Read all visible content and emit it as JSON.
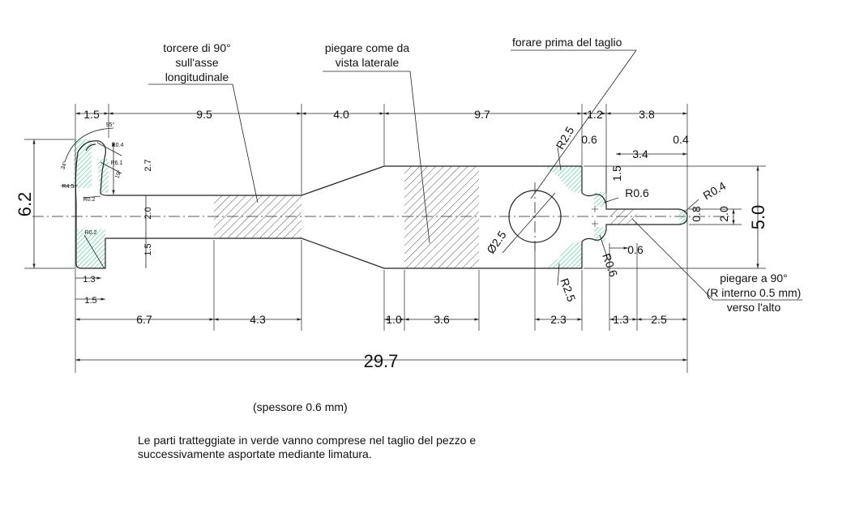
{
  "annotations": {
    "twist": [
      "torcere di 90°",
      "sull'asse",
      "longitudinale"
    ],
    "bend_side": [
      "piegare come da",
      "vista laterale"
    ],
    "drill": "forare prima del taglio",
    "bend_up": [
      "piegare a 90°",
      "(R interno 0.5 mm)",
      "verso l'alto"
    ]
  },
  "dimensions": {
    "d_1_5_top": "1.5",
    "d_9_5": "9.5",
    "d_4_0": "4.0",
    "d_9_7": "9.7",
    "d_1_2": "1.2",
    "d_3_8": "3.8",
    "d_0_6_top": "0.6",
    "d_3_4": "3.4",
    "d_0_4_top": "0.4",
    "d_6_2": "6.2",
    "d_5_0": "5.0",
    "d_2_7": "2.7",
    "d_2_0_left": "2.0",
    "d_1_5_left": "1.5",
    "d_1_5_right": "1.5",
    "d_2_0_right": "2.0",
    "d_0_8": "0.8",
    "d_0_6_mid": "0.6",
    "d_1_3_small": "1.3",
    "d_1_5_small": "1.5",
    "d_6_7": "6.7",
    "d_4_3": "4.3",
    "d_1_0": "1.0",
    "d_3_6": "3.6",
    "d_2_3": "2.3",
    "d_1_3": "1.3",
    "d_2_5": "2.5",
    "d_29_7": "29.7",
    "r_2_5_top": "R2.5",
    "r_2_5_bottom": "R2.5",
    "r_0_6_top": "R0.6",
    "r_0_6_bottom": "R0.6",
    "r_0_4": "R0.4",
    "dia_2_5": "Ø2.5",
    "r_hook_0_4": "R0.4",
    "r_hook_6_1": "R6.1",
    "r_hook_4_5": "R4.5",
    "r_hook_0_2a": "R0.2",
    "r_hook_0_2b": "R0.2",
    "a_hook_34": "34°",
    "a_hook_19": "19°",
    "a_hook_95": "95°"
  },
  "notes": {
    "thickness": "(spessore 0.6 mm)",
    "line1": "Le parti tratteggiate in verde vanno comprese nel taglio del pezzo e",
    "line2": "successivamente asportate mediante limatura."
  },
  "colors": {
    "line": "#222222",
    "green": "#3ec79a",
    "hatch": "#555555"
  }
}
